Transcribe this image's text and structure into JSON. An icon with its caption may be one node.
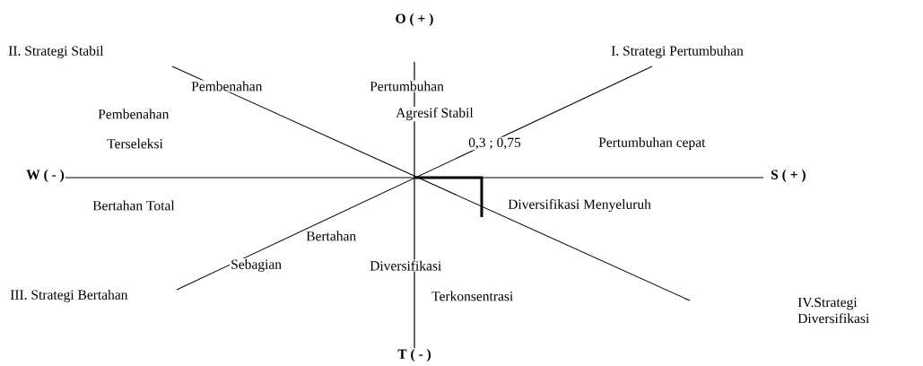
{
  "diagram": {
    "labels": [
      "O ( + )",
      "II. Strategi Stabil",
      "I. Strategi Pertumbuhan",
      "Pembenahan",
      "Pertumbuhan",
      "Pembenahan",
      "Agresif Stabil",
      "Terseleksi",
      "0,3 ; 0,75",
      "Pertumbuhan cepat",
      "W ( - )",
      "S ( + )",
      "Bertahan Total",
      "Diversifikasi Menyeluruh",
      "Bertahan",
      "Sebagian",
      "Diversifikasi",
      "III. Strategi Bertahan",
      "Terkonsentrasi",
      "IV.Strategi Diversifikasi",
      "T ( - )"
    ]
  }
}
